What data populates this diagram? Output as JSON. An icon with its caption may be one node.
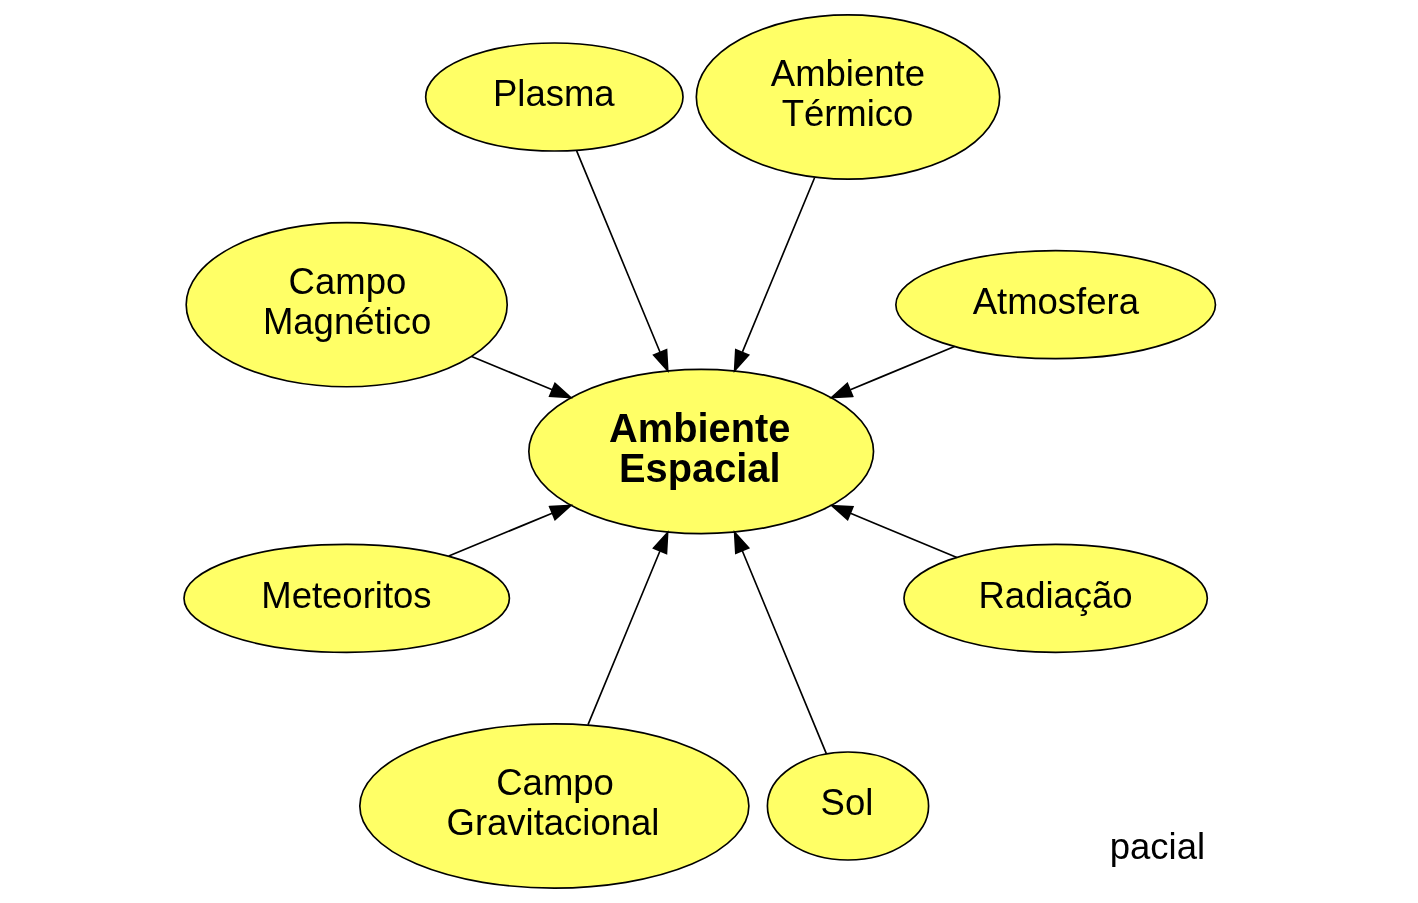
{
  "diagram": {
    "nodes": [
      {
        "text": [
          "Atmosfera"
        ]
      },
      {
        "text": [
          "Ambiente Térmico"
        ]
      },
      {
        "text": [
          "Plasma"
        ]
      },
      {
        "text": [
          "Campo Magnético"
        ]
      },
      {
        "text": [
          "Ambiente Espacial"
        ]
      },
      {
        "text": [
          "Meteoritos"
        ]
      },
      {
        "text": [
          "Campo Gravitacional"
        ]
      },
      {
        "text": [
          "Sol"
        ]
      },
      {
        "text": [
          "Radiação"
        ]
      }
    ],
    "edges": [
      {
        "from": 0,
        "to": 4,
        "arrow": "to"
      },
      {
        "from": 1,
        "to": 4,
        "arrow": "to"
      },
      {
        "from": 2,
        "to": 4,
        "arrow": "to"
      },
      {
        "from": 3,
        "to": 4,
        "arrow": "to"
      },
      {
        "from": 5,
        "to": 4,
        "arrow": "to"
      },
      {
        "from": 6,
        "to": 4,
        "arrow": "to"
      },
      {
        "from": 7,
        "to": 4,
        "arrow": "to"
      },
      {
        "from": 8,
        "to": 4,
        "arrow": "to"
      }
    ],
    "labels": [
      "pacial"
    ]
  }
}
